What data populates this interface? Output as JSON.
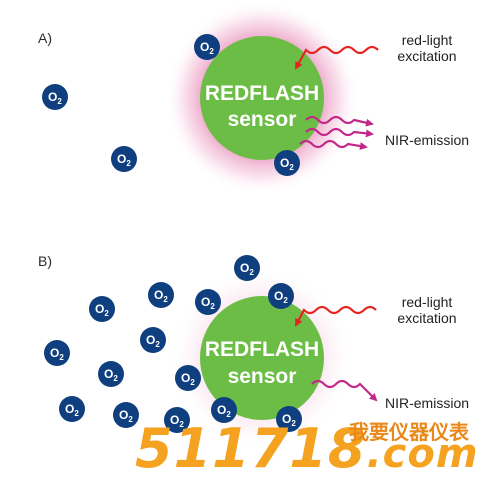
{
  "panel_a": {
    "label": "A)",
    "sensor_line1": "REDFLASH",
    "sensor_line2": "sensor",
    "excitation_line1": "red-light",
    "excitation_line2": "excitation",
    "emission": "NIR-emission"
  },
  "panel_b": {
    "label": "B)",
    "sensor_line1": "REDFLASH",
    "sensor_line2": "sensor",
    "excitation_line1": "red-light",
    "excitation_line2": "excitation",
    "emission": "NIR-emission"
  },
  "molecule": {
    "base": "O",
    "subscript": "2"
  },
  "colors": {
    "sensor_green": "#6cbd45",
    "glow_magenta": "#d6338a",
    "molecule_navy": "#0f3f7f",
    "excitation_red": "#e52420",
    "emission_magenta": "#c2288a",
    "watermark_orange": "#f4a21f"
  },
  "watermark": {
    "number": "511718",
    "domain": ".com",
    "cn": "我要仪器仪表"
  }
}
